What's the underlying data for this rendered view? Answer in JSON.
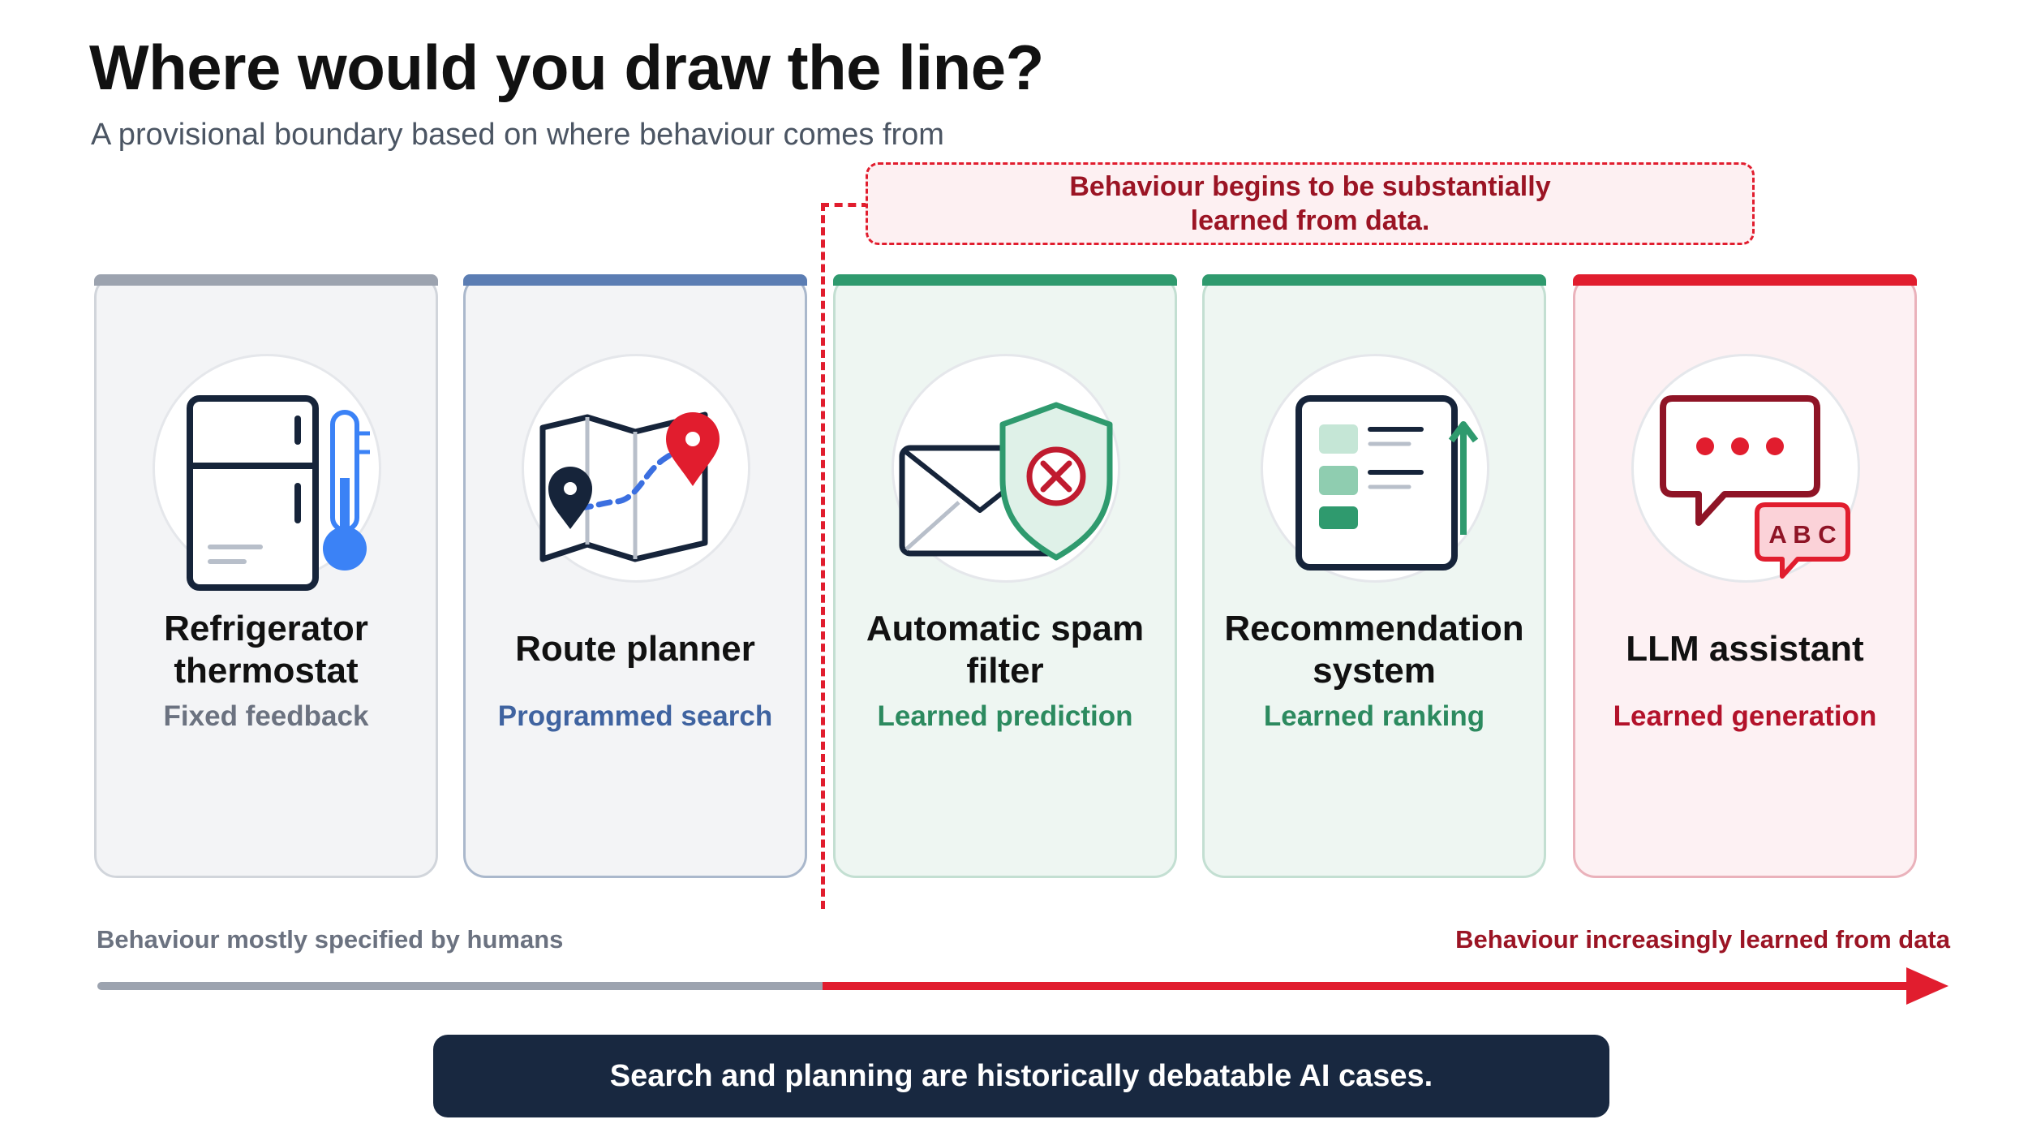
{
  "header": {
    "title": "Where would you draw the line?",
    "subtitle": "A provisional boundary based on where behaviour comes from"
  },
  "callout": {
    "text": "Behaviour begins to be substantially learned from data."
  },
  "cards": [
    {
      "name": "Refrigerator thermostat",
      "kind": "Fixed feedback",
      "icon": "fridge-thermometer-icon"
    },
    {
      "name": "Route planner",
      "kind": "Programmed search",
      "icon": "map-route-icon"
    },
    {
      "name": "Automatic spam filter",
      "kind": "Learned prediction",
      "icon": "envelope-shield-icon"
    },
    {
      "name": "Recommendation system",
      "kind": "Learned ranking",
      "icon": "ranked-list-icon"
    },
    {
      "name": "LLM assistant",
      "kind": "Learned generation",
      "icon": "chat-abc-icon"
    }
  ],
  "icon_text": {
    "abc": "A B C"
  },
  "axis": {
    "left_label": "Behaviour mostly specified by humans",
    "right_label": "Behaviour increasingly learned from data"
  },
  "footer": {
    "text": "Search and planning are historically debatable AI cases."
  },
  "colors": {
    "fixed": "#9ca3af",
    "programmed": "#5b7db3",
    "learned": "#2f9a6e",
    "generation": "#e11d2e",
    "footer_bg": "#182840"
  }
}
